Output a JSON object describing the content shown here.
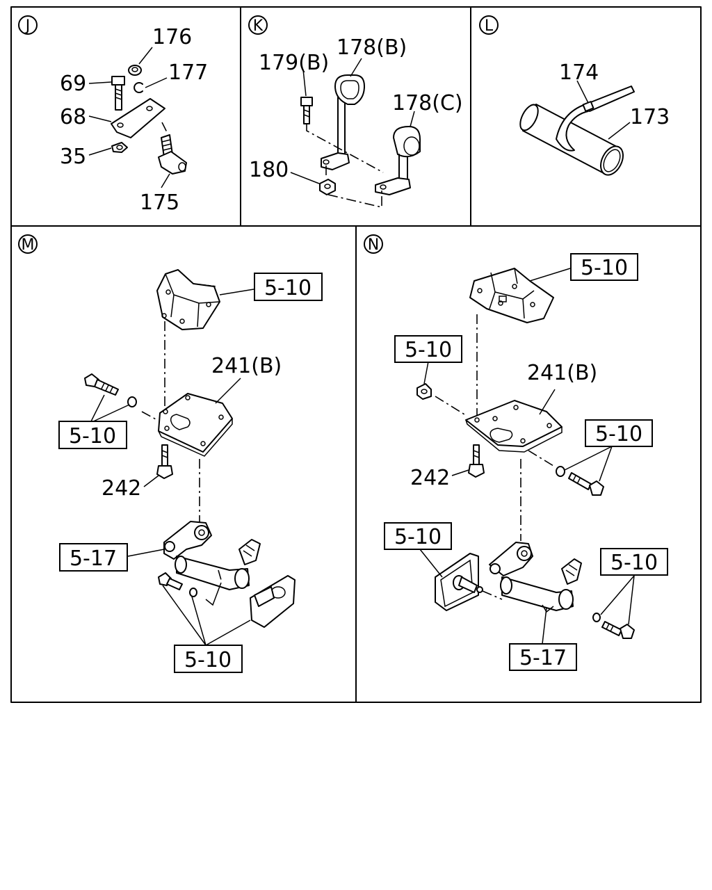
{
  "panels": [
    {
      "id": "J",
      "labels": {
        "p176": "176",
        "p177": "177",
        "p69": "69",
        "p68": "68",
        "p35": "35",
        "p175": "175"
      }
    },
    {
      "id": "K",
      "labels": {
        "p179b": "179(B)",
        "p178b": "178(B)",
        "p178c": "178(C)",
        "p180": "180"
      }
    },
    {
      "id": "L",
      "labels": {
        "p174": "174",
        "p173": "173"
      }
    },
    {
      "id": "M",
      "labels": {
        "ref_top": "5-10",
        "p241b": "241(B)",
        "ref_bolt": "5-10",
        "p242": "242",
        "ref_517": "5-17",
        "ref_bottom": "5-10"
      }
    },
    {
      "id": "N",
      "labels": {
        "ref_top": "5-10",
        "ref_nut": "5-10",
        "p241b": "241(B)",
        "ref_bolt": "5-10",
        "p242": "242",
        "ref_bracket": "5-10",
        "ref_right": "5-10",
        "ref_517": "5-17"
      }
    }
  ]
}
